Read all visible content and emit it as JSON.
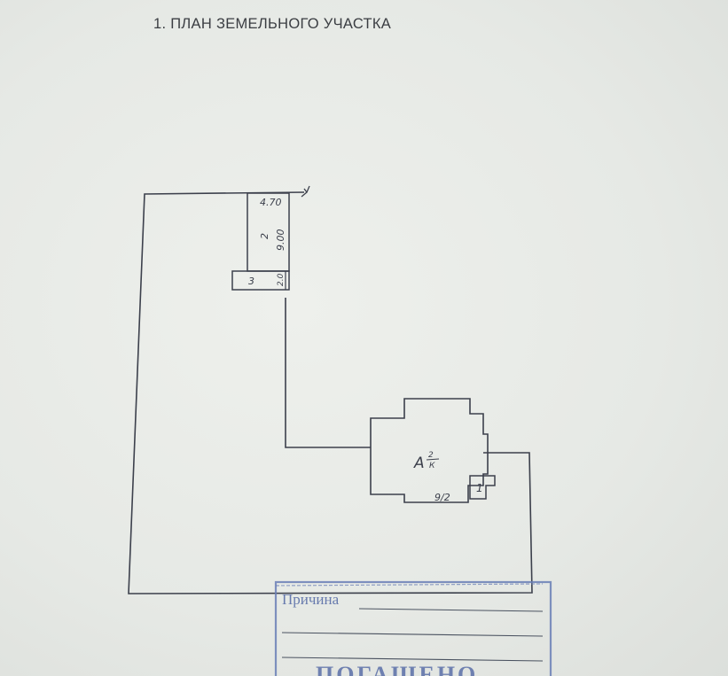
{
  "document": {
    "title": "1. ПЛАН ЗЕМЕЛЬНОГО УЧАСТКА"
  },
  "plan": {
    "dim_top": "4.70",
    "dim_side": "9.00",
    "dim_small": "2.0",
    "label_building_2": "2",
    "label_building_3": "3",
    "label_building_1": "1",
    "main_building_letter": "А",
    "main_building_fraction_top": "2",
    "main_building_fraction_bottom": "К",
    "main_building_dim": "9/2"
  },
  "stamp": {
    "reason_label": "Причина",
    "status_text": "ПОГАШЕНО",
    "color": "#5a6fa8"
  },
  "colors": {
    "ink": "#3a3e4a",
    "paper": "#e4e7e3"
  }
}
